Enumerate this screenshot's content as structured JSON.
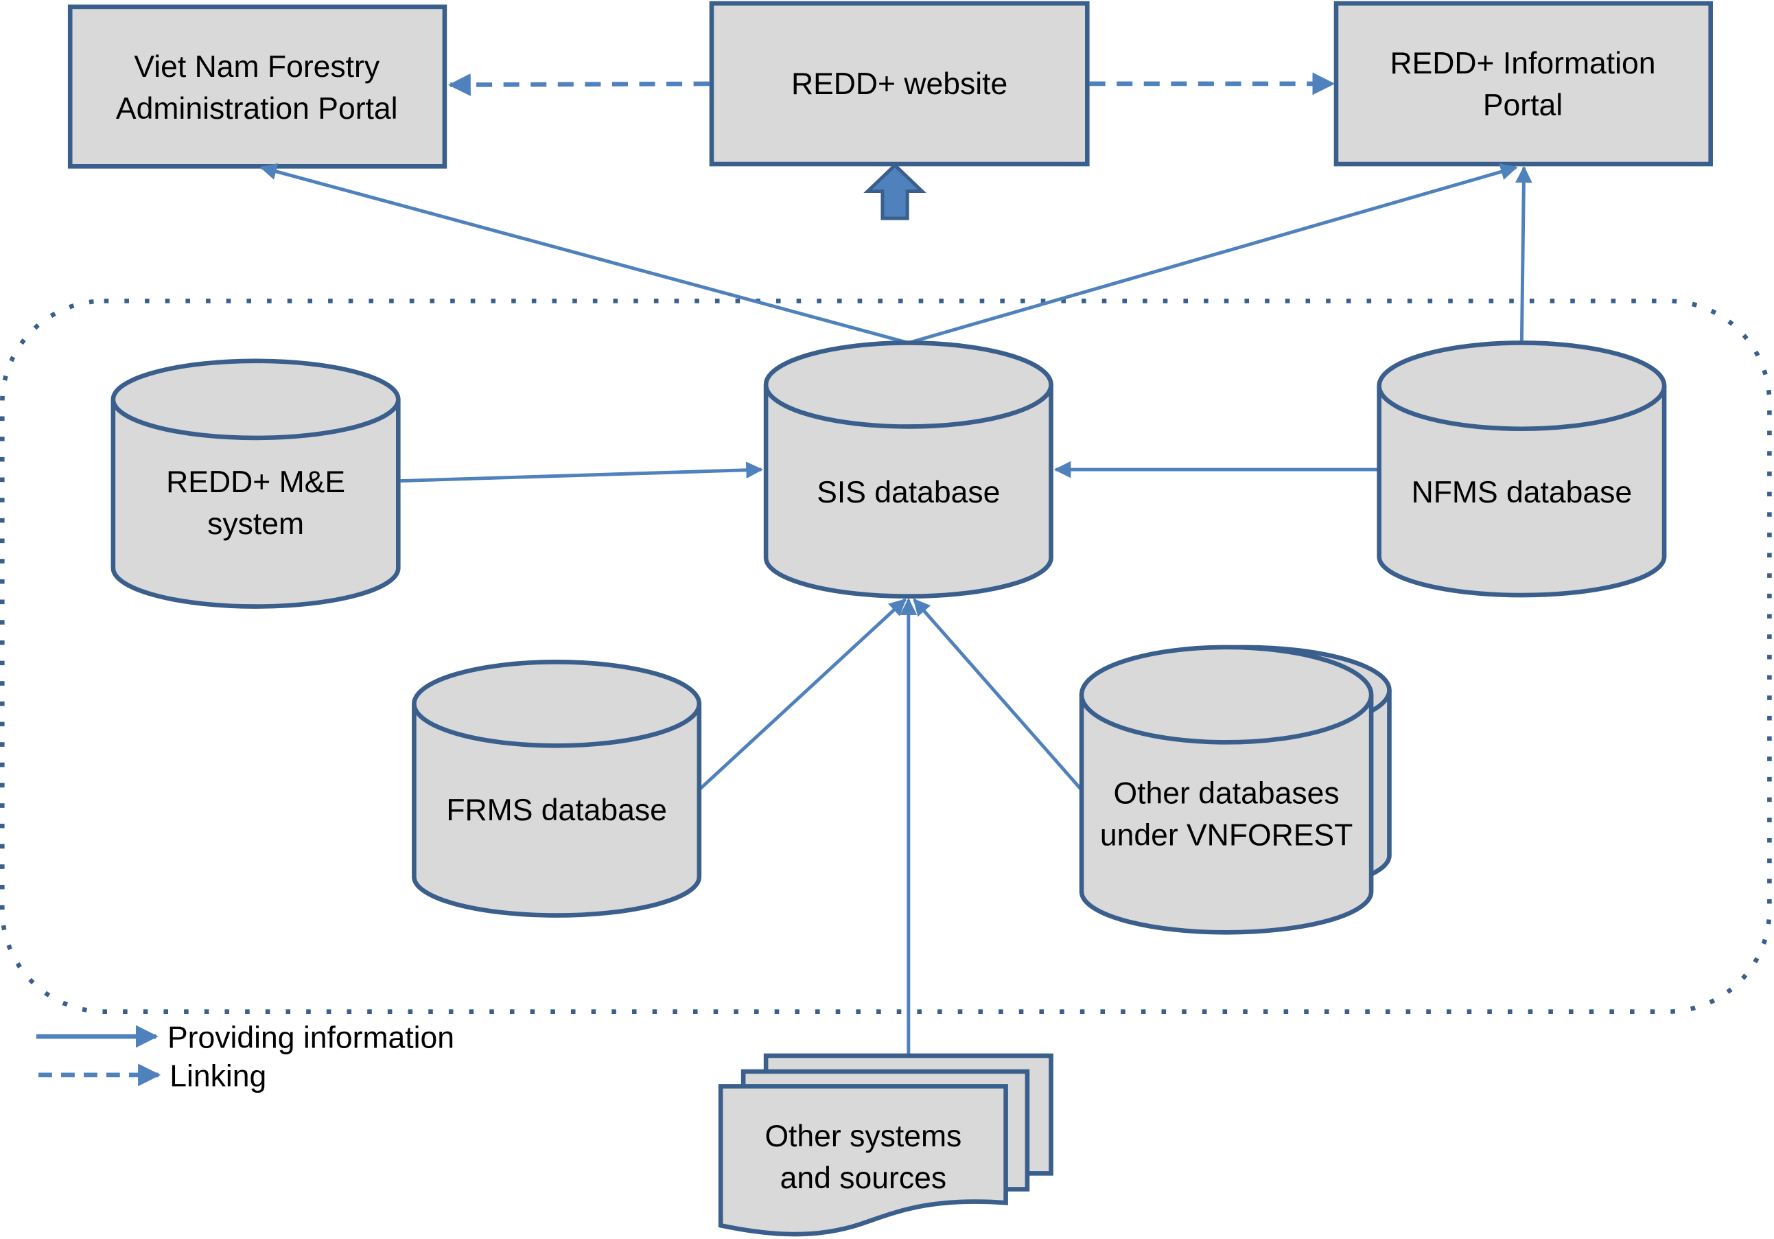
{
  "diagram": {
    "nodes": {
      "vnfa_portal": {
        "line1": "Viet Nam Forestry",
        "line2": "Administration Portal",
        "shape": "rectangle"
      },
      "redd_website": {
        "label": "REDD+ website",
        "shape": "rectangle"
      },
      "redd_info_portal": {
        "line1": "REDD+ Information",
        "line2": "Portal",
        "shape": "rectangle"
      },
      "redd_me": {
        "line1": "REDD+ M&E",
        "line2": "system",
        "shape": "cylinder"
      },
      "sis_db": {
        "label": "SIS database",
        "shape": "cylinder"
      },
      "nfms_db": {
        "label": "NFMS database",
        "shape": "cylinder"
      },
      "frms_db": {
        "label": "FRMS database",
        "shape": "cylinder"
      },
      "other_db": {
        "line1": "Other databases",
        "line2": "under VNFOREST",
        "shape": "stacked-cylinder"
      },
      "other_sources": {
        "line1": "Other systems",
        "line2": "and sources",
        "shape": "multi-document"
      }
    },
    "edges": [
      {
        "from": "redd_website",
        "to": "vnfa_portal",
        "type": "linking"
      },
      {
        "from": "redd_website",
        "to": "redd_info_portal",
        "type": "linking"
      },
      {
        "from": "sis_db",
        "to": "vnfa_portal",
        "type": "providing"
      },
      {
        "from": "sis_db",
        "to": "redd_info_portal",
        "type": "providing"
      },
      {
        "from": "nfms_db",
        "to": "redd_info_portal",
        "type": "providing"
      },
      {
        "from": "redd_me",
        "to": "sis_db",
        "type": "providing"
      },
      {
        "from": "nfms_db",
        "to": "sis_db",
        "type": "providing"
      },
      {
        "from": "frms_db",
        "to": "sis_db",
        "type": "providing"
      },
      {
        "from": "other_db",
        "to": "sis_db",
        "type": "providing"
      },
      {
        "from": "other_sources",
        "to": "sis_db",
        "type": "providing"
      },
      {
        "from": "group",
        "to": "redd_website",
        "type": "block-arrow"
      }
    ],
    "group": {
      "style": "dotted-rounded-boundary"
    },
    "legend": {
      "providing": "Providing information",
      "linking": "Linking"
    },
    "colors": {
      "arrow": "#4f81bd",
      "outline": "#3a5f8c",
      "fill": "#d9d9d9"
    }
  }
}
